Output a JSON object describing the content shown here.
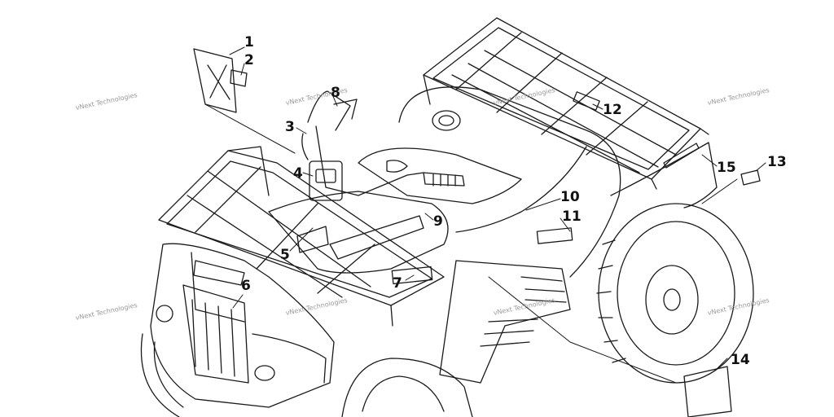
{
  "diagram": {
    "callouts": [
      "1",
      "2",
      "3",
      "4",
      "5",
      "6",
      "7",
      "8",
      "9",
      "10",
      "11",
      "12",
      "13",
      "14",
      "15"
    ],
    "watermark": "vNext Technologies",
    "colors": {
      "line": "#1a1a1a",
      "watermark": "#9a9a9a",
      "background": "#ffffff"
    }
  }
}
